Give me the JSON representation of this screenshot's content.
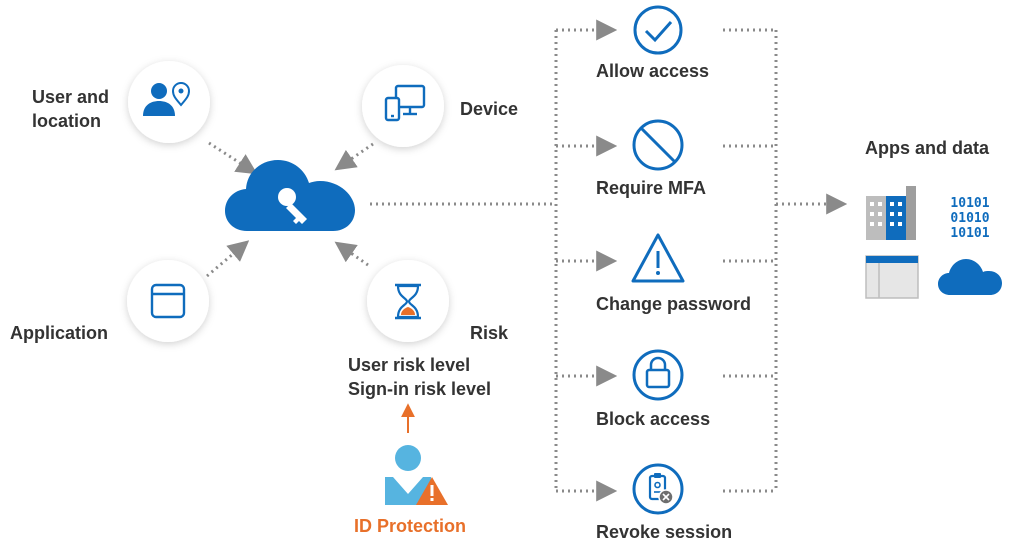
{
  "colors": {
    "blue": "#0F6CBD",
    "orange": "#E8702A",
    "lightblue": "#56B4E0",
    "gray": "#8A8A8A",
    "text": "#333333"
  },
  "inputs": {
    "user_location": {
      "label_line1": "User and",
      "label_line2": "location",
      "icon": "user-location-icon"
    },
    "device": {
      "label": "Device",
      "icon": "device-icon"
    },
    "application": {
      "label": "Application",
      "icon": "application-window-icon"
    },
    "risk": {
      "label": "Risk",
      "icon": "hourglass-icon",
      "detail_line1": "User risk level",
      "detail_line2": "Sign-in risk level"
    }
  },
  "engine": {
    "icon": "cloud-key-icon"
  },
  "id_protection": {
    "label": "ID Protection",
    "icon": "id-protection-person-warning-icon"
  },
  "decisions": [
    {
      "label": "Allow access",
      "icon": "checkmark-icon"
    },
    {
      "label": "Require MFA",
      "icon": "prohibited-icon"
    },
    {
      "label": "Change password",
      "icon": "warning-triangle-icon"
    },
    {
      "label": "Block access",
      "icon": "lock-icon"
    },
    {
      "label": "Revoke session",
      "icon": "revoke-session-icon"
    }
  ],
  "apps_and_data": {
    "label": "Apps and data",
    "icons": [
      "building-icon",
      "binary-data-icon",
      "app-window-icon",
      "cloud-icon"
    ]
  }
}
